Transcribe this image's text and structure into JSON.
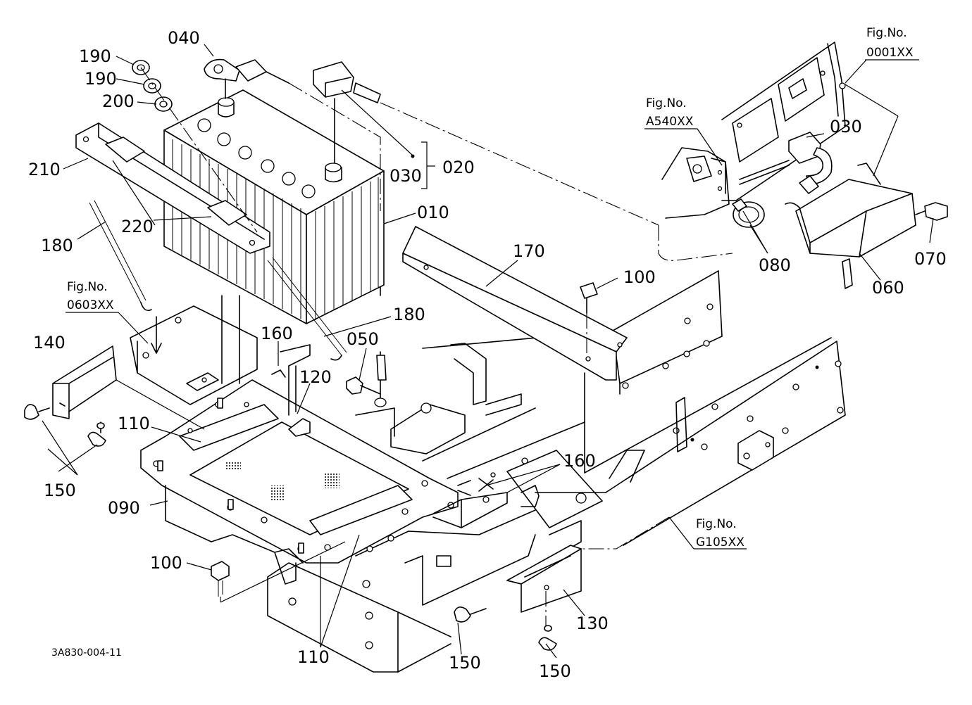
{
  "diagram": {
    "drawing_number": "3A830-004-11",
    "part_labels": {
      "p010": "010",
      "p020": "020",
      "p030a": "030",
      "p030b": "030",
      "p040": "040",
      "p050": "050",
      "p060": "060",
      "p070": "070",
      "p080": "080",
      "p090": "090",
      "p100a": "100",
      "p100b": "100",
      "p110a": "110",
      "p110b": "110",
      "p120": "120",
      "p130": "130",
      "p140": "140",
      "p150a": "150",
      "p150b": "150",
      "p150c": "150",
      "p160a": "160",
      "p160b": "160",
      "p170": "170",
      "p180a": "180",
      "p180b": "180",
      "p190a": "190",
      "p190b": "190",
      "p200": "200",
      "p210": "210",
      "p220": "220"
    },
    "figure_refs": {
      "f0001": {
        "caption": "Fig.No.",
        "number": "0001XX"
      },
      "fA540": {
        "caption": "Fig.No.",
        "number": "A540XX"
      },
      "f0603": {
        "caption": "Fig.No.",
        "number": "0603XX"
      },
      "fG105": {
        "caption": "Fig.No.",
        "number": "G105XX"
      }
    }
  }
}
